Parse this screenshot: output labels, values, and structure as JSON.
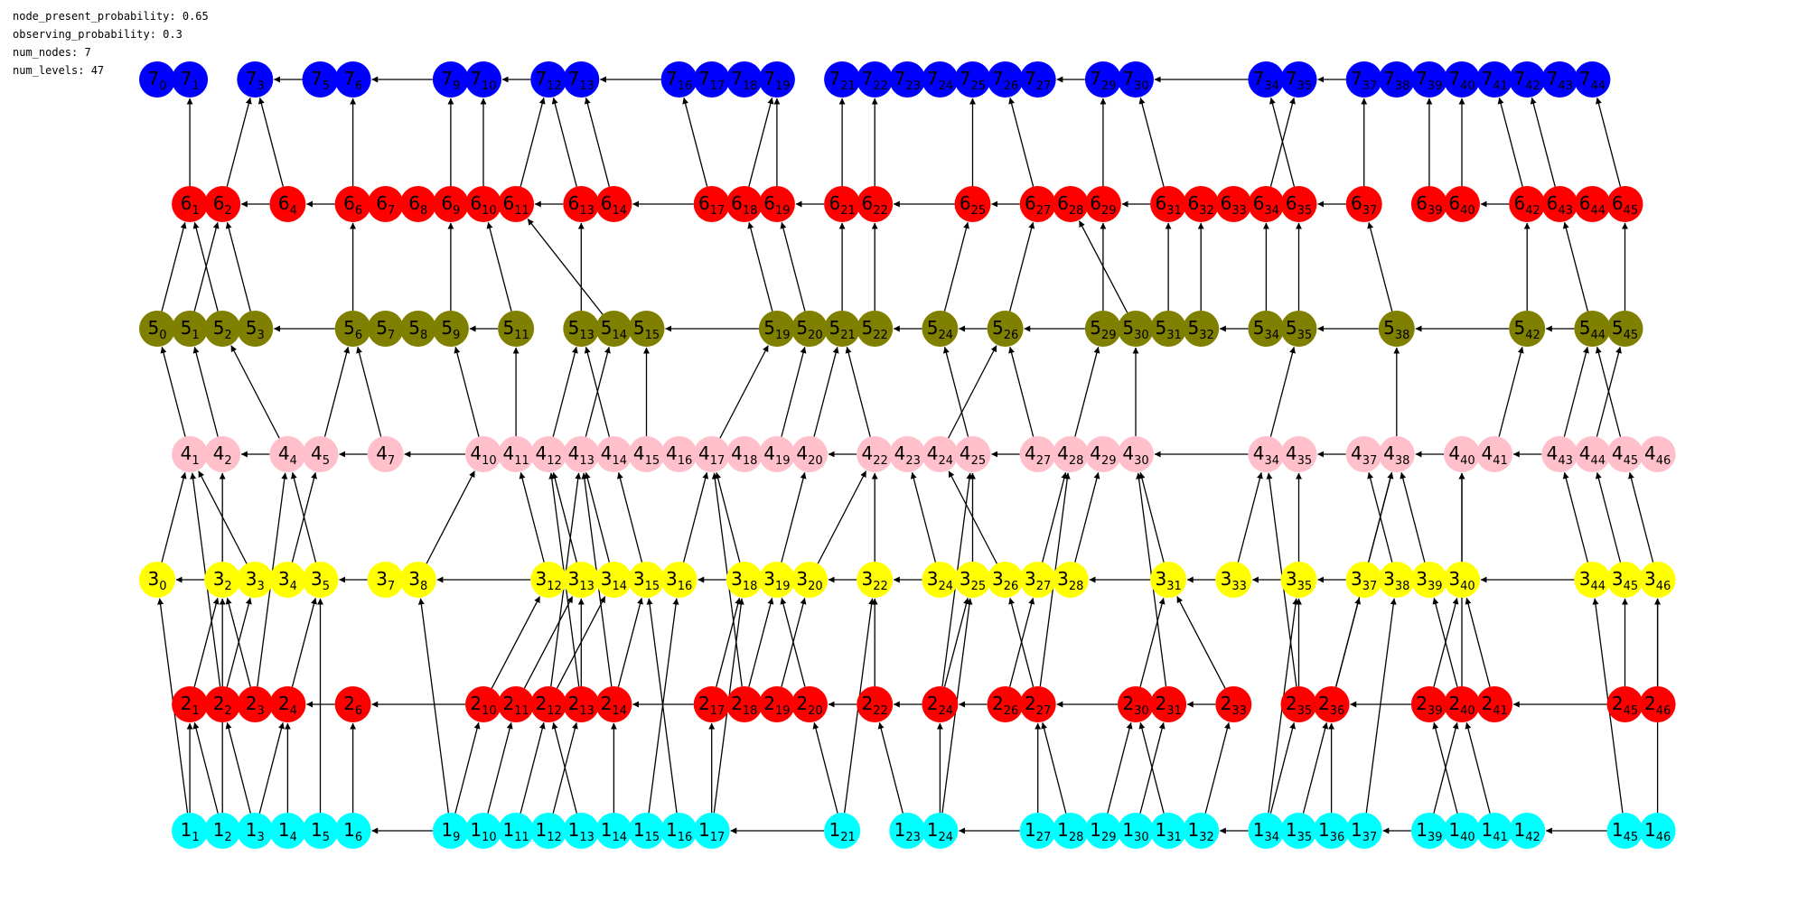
{
  "params": [
    "node_present_probability: 0.65",
    "observing_probability: 0.3",
    "num_nodes: 7",
    "num_levels: 47"
  ],
  "levels": [
    {
      "label": "7",
      "color": "#0000ff",
      "indices": [
        0,
        1,
        3,
        5,
        6,
        9,
        10,
        12,
        13,
        16,
        17,
        18,
        19,
        21,
        22,
        23,
        24,
        25,
        26,
        27,
        29,
        30,
        34,
        35,
        37,
        38,
        39,
        40,
        41,
        42,
        43,
        44
      ]
    },
    {
      "label": "6",
      "color": "#ff0000",
      "indices": [
        1,
        2,
        4,
        6,
        7,
        8,
        9,
        10,
        11,
        13,
        14,
        17,
        18,
        19,
        21,
        22,
        25,
        27,
        28,
        29,
        31,
        32,
        33,
        34,
        35,
        37,
        39,
        40,
        42,
        43,
        44,
        45
      ]
    },
    {
      "label": "5",
      "color": "#808000",
      "indices": [
        0,
        1,
        2,
        3,
        6,
        7,
        8,
        9,
        11,
        13,
        14,
        15,
        19,
        20,
        21,
        22,
        24,
        26,
        29,
        30,
        31,
        32,
        34,
        35,
        38,
        42,
        44,
        45
      ]
    },
    {
      "label": "4",
      "color": "#ffc0cb",
      "indices": [
        1,
        2,
        4,
        5,
        7,
        10,
        11,
        12,
        13,
        14,
        15,
        16,
        17,
        18,
        19,
        20,
        22,
        23,
        24,
        25,
        27,
        28,
        29,
        30,
        34,
        35,
        37,
        38,
        40,
        41,
        43,
        44,
        45,
        46
      ]
    },
    {
      "label": "3",
      "color": "#ffff00",
      "indices": [
        0,
        2,
        3,
        4,
        5,
        7,
        8,
        12,
        13,
        14,
        15,
        16,
        18,
        19,
        20,
        22,
        24,
        25,
        26,
        27,
        28,
        31,
        33,
        35,
        37,
        38,
        39,
        40,
        44,
        45,
        46
      ]
    },
    {
      "label": "2",
      "color": "#ff0000",
      "indices": [
        1,
        2,
        3,
        4,
        6,
        10,
        11,
        12,
        13,
        14,
        17,
        18,
        19,
        20,
        22,
        24,
        26,
        27,
        30,
        31,
        33,
        35,
        36,
        39,
        40,
        41,
        45,
        46
      ]
    },
    {
      "label": "1",
      "color": "#00ffff",
      "indices": [
        1,
        2,
        3,
        4,
        5,
        6,
        9,
        10,
        11,
        12,
        13,
        14,
        15,
        16,
        17,
        21,
        23,
        24,
        27,
        28,
        29,
        30,
        31,
        32,
        34,
        35,
        36,
        37,
        39,
        40,
        41,
        42,
        45,
        46
      ]
    }
  ],
  "edges": [
    [
      7,
      1,
      7,
      0
    ],
    [
      7,
      5,
      7,
      3
    ],
    [
      7,
      9,
      7,
      6
    ],
    [
      7,
      12,
      7,
      10
    ],
    [
      7,
      16,
      7,
      13
    ],
    [
      7,
      29,
      7,
      27
    ],
    [
      7,
      34,
      7,
      30
    ],
    [
      7,
      37,
      7,
      35
    ],
    [
      6,
      4,
      6,
      2
    ],
    [
      6,
      6,
      6,
      4
    ],
    [
      6,
      13,
      6,
      11
    ],
    [
      6,
      17,
      6,
      14
    ],
    [
      6,
      21,
      6,
      19
    ],
    [
      6,
      25,
      6,
      22
    ],
    [
      6,
      27,
      6,
      25
    ],
    [
      6,
      31,
      6,
      29
    ],
    [
      6,
      37,
      6,
      35
    ],
    [
      6,
      42,
      6,
      40
    ],
    [
      5,
      6,
      5,
      3
    ],
    [
      5,
      11,
      5,
      9
    ],
    [
      5,
      19,
      5,
      15
    ],
    [
      5,
      24,
      5,
      22
    ],
    [
      5,
      26,
      5,
      24
    ],
    [
      5,
      29,
      5,
      26
    ],
    [
      5,
      34,
      5,
      32
    ],
    [
      5,
      38,
      5,
      35
    ],
    [
      5,
      42,
      5,
      38
    ],
    [
      5,
      44,
      5,
      42
    ],
    [
      4,
      4,
      4,
      2
    ],
    [
      4,
      7,
      4,
      5
    ],
    [
      4,
      10,
      4,
      7
    ],
    [
      4,
      22,
      4,
      20
    ],
    [
      4,
      27,
      4,
      25
    ],
    [
      4,
      34,
      4,
      30
    ],
    [
      4,
      37,
      4,
      35
    ],
    [
      4,
      40,
      4,
      38
    ],
    [
      4,
      43,
      4,
      41
    ],
    [
      3,
      2,
      3,
      0
    ],
    [
      3,
      7,
      3,
      5
    ],
    [
      3,
      12,
      3,
      8
    ],
    [
      3,
      18,
      3,
      16
    ],
    [
      3,
      22,
      3,
      20
    ],
    [
      3,
      24,
      3,
      22
    ],
    [
      3,
      28,
      3,
      27
    ],
    [
      3,
      31,
      3,
      28
    ],
    [
      3,
      33,
      3,
      31
    ],
    [
      3,
      35,
      3,
      33
    ],
    [
      3,
      37,
      3,
      35
    ],
    [
      3,
      44,
      3,
      40
    ],
    [
      2,
      6,
      2,
      4
    ],
    [
      2,
      10,
      2,
      6
    ],
    [
      2,
      17,
      2,
      14
    ],
    [
      2,
      22,
      2,
      20
    ],
    [
      2,
      24,
      2,
      22
    ],
    [
      2,
      26,
      2,
      24
    ],
    [
      2,
      30,
      2,
      27
    ],
    [
      2,
      33,
      2,
      31
    ],
    [
      2,
      36,
      2,
      35
    ],
    [
      2,
      39,
      2,
      36
    ],
    [
      2,
      45,
      2,
      41
    ],
    [
      1,
      9,
      1,
      6
    ],
    [
      1,
      17,
      1,
      16
    ],
    [
      1,
      21,
      1,
      17
    ],
    [
      1,
      24,
      1,
      23
    ],
    [
      1,
      27,
      1,
      24
    ],
    [
      1,
      34,
      1,
      32
    ],
    [
      1,
      39,
      1,
      37
    ],
    [
      1,
      45,
      1,
      42
    ],
    [
      1,
      1,
      2,
      1
    ],
    [
      1,
      2,
      2,
      1
    ],
    [
      1,
      3,
      2,
      2
    ],
    [
      1,
      1,
      3,
      0
    ],
    [
      1,
      2,
      3,
      2
    ],
    [
      1,
      3,
      2,
      4
    ],
    [
      1,
      4,
      2,
      4
    ],
    [
      1,
      5,
      3,
      5
    ],
    [
      1,
      6,
      2,
      6
    ],
    [
      1,
      9,
      2,
      10
    ],
    [
      1,
      9,
      3,
      8
    ],
    [
      1,
      10,
      2,
      11
    ],
    [
      1,
      11,
      2,
      12
    ],
    [
      1,
      12,
      2,
      13
    ],
    [
      1,
      13,
      2,
      12
    ],
    [
      1,
      14,
      2,
      14
    ],
    [
      1,
      15,
      3,
      16
    ],
    [
      1,
      16,
      3,
      15
    ],
    [
      1,
      17,
      2,
      17
    ],
    [
      1,
      17,
      3,
      18
    ],
    [
      1,
      21,
      2,
      20
    ],
    [
      1,
      21,
      3,
      22
    ],
    [
      1,
      23,
      2,
      22
    ],
    [
      1,
      24,
      2,
      24
    ],
    [
      1,
      24,
      3,
      25
    ],
    [
      1,
      27,
      2,
      27
    ],
    [
      1,
      28,
      2,
      27
    ],
    [
      1,
      29,
      2,
      30
    ],
    [
      1,
      30,
      2,
      31
    ],
    [
      1,
      31,
      2,
      30
    ],
    [
      1,
      32,
      2,
      33
    ],
    [
      1,
      34,
      3,
      35
    ],
    [
      1,
      34,
      2,
      35
    ],
    [
      1,
      35,
      2,
      36
    ],
    [
      1,
      36,
      2,
      36
    ],
    [
      1,
      37,
      3,
      38
    ],
    [
      1,
      39,
      2,
      40
    ],
    [
      1,
      40,
      2,
      39
    ],
    [
      1,
      41,
      2,
      40
    ],
    [
      1,
      45,
      3,
      44
    ],
    [
      1,
      46,
      3,
      46
    ],
    [
      2,
      1,
      3,
      2
    ],
    [
      2,
      2,
      3,
      3
    ],
    [
      2,
      2,
      4,
      1
    ],
    [
      2,
      3,
      3,
      2
    ],
    [
      2,
      3,
      4,
      4
    ],
    [
      2,
      4,
      3,
      5
    ],
    [
      2,
      10,
      3,
      12
    ],
    [
      2,
      11,
      3,
      13
    ],
    [
      2,
      12,
      3,
      14
    ],
    [
      2,
      12,
      4,
      13
    ],
    [
      2,
      13,
      3,
      13
    ],
    [
      2,
      13,
      4,
      12
    ],
    [
      2,
      14,
      3,
      15
    ],
    [
      2,
      14,
      4,
      13
    ],
    [
      2,
      17,
      3,
      18
    ],
    [
      2,
      18,
      3,
      19
    ],
    [
      2,
      18,
      4,
      17
    ],
    [
      2,
      19,
      3,
      20
    ],
    [
      2,
      20,
      3,
      19
    ],
    [
      2,
      22,
      3,
      22
    ],
    [
      2,
      24,
      3,
      25
    ],
    [
      2,
      24,
      4,
      25
    ],
    [
      2,
      26,
      3,
      27
    ],
    [
      2,
      27,
      3,
      26
    ],
    [
      2,
      27,
      4,
      28
    ],
    [
      2,
      30,
      3,
      31
    ],
    [
      2,
      31,
      4,
      30
    ],
    [
      2,
      33,
      3,
      31
    ],
    [
      2,
      35,
      3,
      35
    ],
    [
      2,
      35,
      4,
      34
    ],
    [
      2,
      36,
      3,
      37
    ],
    [
      2,
      36,
      4,
      38
    ],
    [
      2,
      39,
      3,
      40
    ],
    [
      2,
      40,
      3,
      39
    ],
    [
      2,
      40,
      4,
      40
    ],
    [
      2,
      41,
      3,
      40
    ],
    [
      2,
      45,
      3,
      45
    ],
    [
      2,
      46,
      3,
      46
    ],
    [
      3,
      0,
      4,
      1
    ],
    [
      3,
      2,
      4,
      2
    ],
    [
      3,
      3,
      4,
      1
    ],
    [
      3,
      4,
      4,
      5
    ],
    [
      3,
      5,
      4,
      4
    ],
    [
      3,
      8,
      4,
      10
    ],
    [
      3,
      12,
      4,
      11
    ],
    [
      3,
      13,
      4,
      12
    ],
    [
      3,
      14,
      4,
      13
    ],
    [
      3,
      15,
      4,
      14
    ],
    [
      3,
      16,
      4,
      17
    ],
    [
      3,
      18,
      4,
      17
    ],
    [
      3,
      19,
      4,
      20
    ],
    [
      3,
      20,
      4,
      22
    ],
    [
      3,
      22,
      4,
      22
    ],
    [
      3,
      24,
      4,
      23
    ],
    [
      3,
      25,
      4,
      25
    ],
    [
      3,
      26,
      4,
      24
    ],
    [
      3,
      27,
      4,
      28
    ],
    [
      3,
      28,
      4,
      29
    ],
    [
      3,
      31,
      4,
      30
    ],
    [
      3,
      33,
      4,
      34
    ],
    [
      3,
      35,
      4,
      35
    ],
    [
      3,
      37,
      4,
      38
    ],
    [
      3,
      38,
      4,
      37
    ],
    [
      3,
      39,
      4,
      38
    ],
    [
      3,
      40,
      4,
      40
    ],
    [
      3,
      44,
      4,
      43
    ],
    [
      3,
      45,
      4,
      44
    ],
    [
      3,
      46,
      4,
      45
    ],
    [
      4,
      1,
      5,
      0
    ],
    [
      4,
      2,
      5,
      1
    ],
    [
      4,
      4,
      5,
      2
    ],
    [
      4,
      5,
      5,
      6
    ],
    [
      4,
      7,
      5,
      6
    ],
    [
      4,
      10,
      5,
      9
    ],
    [
      4,
      11,
      5,
      11
    ],
    [
      4,
      12,
      5,
      13
    ],
    [
      4,
      13,
      5,
      14
    ],
    [
      4,
      14,
      5,
      13
    ],
    [
      4,
      15,
      5,
      15
    ],
    [
      4,
      17,
      5,
      19
    ],
    [
      4,
      19,
      5,
      20
    ],
    [
      4,
      20,
      5,
      21
    ],
    [
      4,
      22,
      5,
      21
    ],
    [
      4,
      24,
      5,
      26
    ],
    [
      4,
      25,
      5,
      24
    ],
    [
      4,
      27,
      5,
      26
    ],
    [
      4,
      28,
      5,
      29
    ],
    [
      4,
      30,
      5,
      30
    ],
    [
      4,
      34,
      5,
      35
    ],
    [
      4,
      38,
      5,
      38
    ],
    [
      4,
      41,
      5,
      42
    ],
    [
      4,
      43,
      5,
      44
    ],
    [
      4,
      44,
      5,
      45
    ],
    [
      4,
      45,
      5,
      44
    ],
    [
      5,
      0,
      6,
      1
    ],
    [
      5,
      1,
      6,
      2
    ],
    [
      5,
      2,
      6,
      1
    ],
    [
      5,
      3,
      6,
      2
    ],
    [
      5,
      6,
      6,
      6
    ],
    [
      5,
      9,
      6,
      9
    ],
    [
      5,
      11,
      6,
      10
    ],
    [
      5,
      13,
      6,
      13
    ],
    [
      5,
      14,
      6,
      11
    ],
    [
      5,
      19,
      6,
      18
    ],
    [
      5,
      20,
      6,
      19
    ],
    [
      5,
      21,
      6,
      21
    ],
    [
      5,
      22,
      6,
      22
    ],
    [
      5,
      24,
      6,
      25
    ],
    [
      5,
      26,
      6,
      27
    ],
    [
      5,
      29,
      6,
      29
    ],
    [
      5,
      30,
      6,
      28
    ],
    [
      5,
      31,
      6,
      31
    ],
    [
      5,
      32,
      6,
      32
    ],
    [
      5,
      34,
      6,
      34
    ],
    [
      5,
      35,
      6,
      35
    ],
    [
      5,
      38,
      6,
      37
    ],
    [
      5,
      42,
      6,
      42
    ],
    [
      5,
      44,
      6,
      43
    ],
    [
      5,
      45,
      6,
      45
    ],
    [
      6,
      1,
      7,
      1
    ],
    [
      6,
      2,
      7,
      3
    ],
    [
      6,
      4,
      7,
      3
    ],
    [
      6,
      6,
      7,
      6
    ],
    [
      6,
      9,
      7,
      9
    ],
    [
      6,
      10,
      7,
      10
    ],
    [
      6,
      11,
      7,
      12
    ],
    [
      6,
      13,
      7,
      12
    ],
    [
      6,
      14,
      7,
      13
    ],
    [
      6,
      17,
      7,
      16
    ],
    [
      6,
      18,
      7,
      19
    ],
    [
      6,
      19,
      7,
      19
    ],
    [
      6,
      21,
      7,
      21
    ],
    [
      6,
      22,
      7,
      22
    ],
    [
      6,
      25,
      7,
      25
    ],
    [
      6,
      27,
      7,
      26
    ],
    [
      6,
      29,
      7,
      29
    ],
    [
      6,
      31,
      7,
      30
    ],
    [
      6,
      34,
      7,
      35
    ],
    [
      6,
      35,
      7,
      34
    ],
    [
      6,
      37,
      7,
      37
    ],
    [
      6,
      39,
      7,
      39
    ],
    [
      6,
      40,
      7,
      40
    ],
    [
      6,
      42,
      7,
      41
    ],
    [
      6,
      43,
      7,
      42
    ],
    [
      6,
      45,
      7,
      44
    ]
  ]
}
